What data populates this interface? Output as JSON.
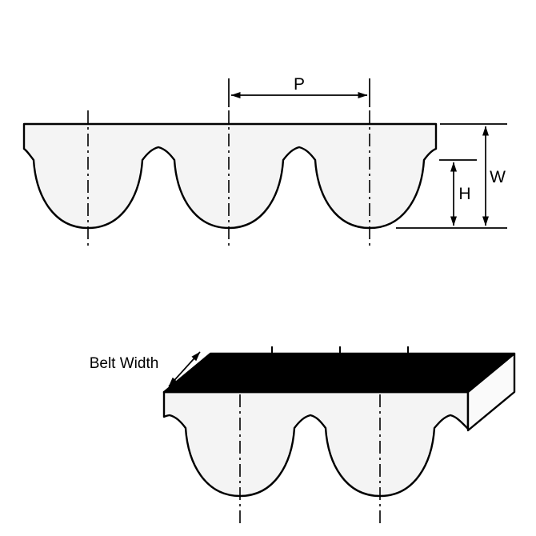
{
  "labels": {
    "pitch": "P",
    "overall_height": "W",
    "tooth_height": "H",
    "belt_width": "Belt Width"
  },
  "colors": {
    "line": "#000000",
    "profile_fill": "#f4f4f4",
    "top_face_fill": "#000000",
    "side_face_fill": "#fafafa",
    "background": "#ffffff"
  }
}
